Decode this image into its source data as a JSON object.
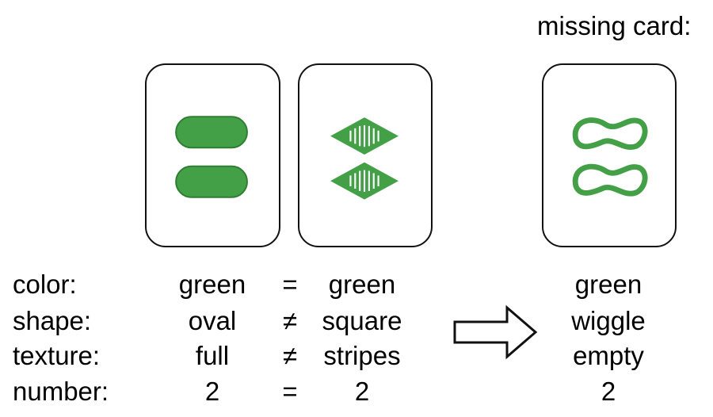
{
  "missing_label": "missing card:",
  "rows": [
    {
      "label": "color:",
      "card1": "green",
      "relation": "=",
      "card2": "green",
      "missing": "green"
    },
    {
      "label": "shape:",
      "card1": "oval",
      "relation": "≠",
      "card2": "square",
      "missing": "wiggle"
    },
    {
      "label": "texture:",
      "card1": "full",
      "relation": "≠",
      "card2": "stripes",
      "missing": "empty"
    },
    {
      "label": "number:",
      "card1": "2",
      "relation": "=",
      "card2": "2",
      "missing": "2"
    }
  ],
  "cards": [
    {
      "shape": "oval",
      "texture": "full",
      "count": 2,
      "color": "#43a047"
    },
    {
      "shape": "diamond",
      "texture": "stripes",
      "count": 2,
      "color": "#43a047"
    },
    {
      "shape": "squiggle",
      "texture": "empty",
      "count": 2,
      "color": "#43a047"
    }
  ],
  "colors": {
    "green": "#43a047",
    "outline": "#111111"
  },
  "arrow_icon": "right-arrow-icon"
}
